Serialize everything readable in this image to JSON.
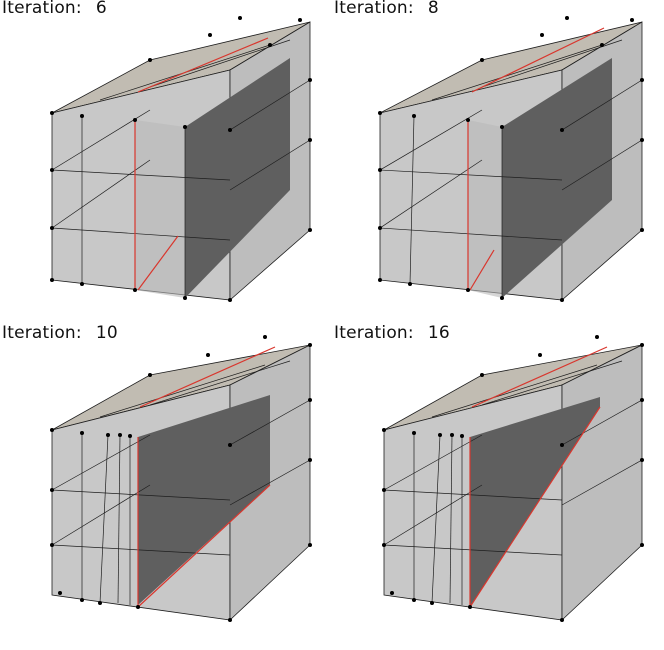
{
  "panels": [
    {
      "label": "Iteration:",
      "iteration": "6"
    },
    {
      "label": "Iteration:",
      "iteration": "8"
    },
    {
      "label": "Iteration:",
      "iteration": "10"
    },
    {
      "label": "Iteration:",
      "iteration": "16"
    }
  ],
  "colors": {
    "top_face": "#c1bcb2",
    "front_face": "#c8c8c8",
    "side_face": "#bdbdbd",
    "cut_face": "#5f5f5f",
    "floor_cut": "#b9b9b9",
    "edge": "#1e1e1e",
    "red_line": "#d9362d",
    "vertex": "#000000"
  },
  "icons": {
    "vertex": "dot-marker"
  }
}
